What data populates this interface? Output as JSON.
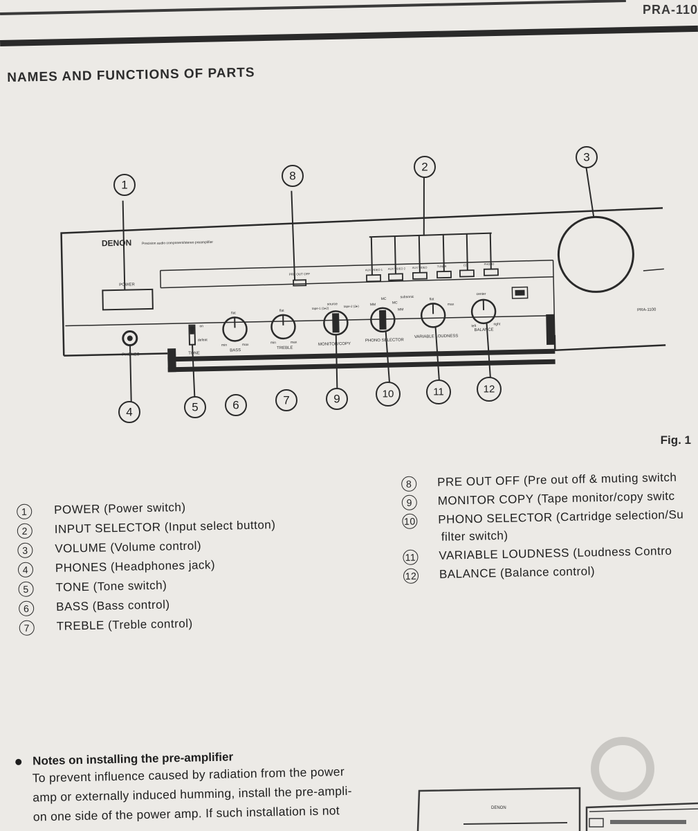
{
  "header": {
    "model_tag": "PRA-110"
  },
  "page": {
    "title": "NAMES AND FUNCTIONS OF PARTS"
  },
  "figure": {
    "caption": "Fig. 1",
    "front_panel": {
      "brand": "DENON",
      "tagline": "Precision audio component/stereo preamplifier",
      "model": "PRA-1100",
      "labels": {
        "power": "POWER",
        "phones": "PHONES",
        "tone": "TONE",
        "tone_on": "on",
        "tone_defeat": "defeat",
        "bass": "BASS",
        "treble": "TREBLE",
        "flat": "flat",
        "min": "min",
        "max": "max",
        "monitor_copy": "MONITOR/COPY",
        "source": "source",
        "tape1": "tape-1 (1▸2)",
        "tape2": "tape-2 (2▸)",
        "phono_selector": "PHONO SELECTOR",
        "mm": "MM",
        "mc": "MC",
        "subsonic": "subsonic",
        "variable_loudness": "VARIABLE LOUDNESS",
        "balance": "BALANCE",
        "center": "center",
        "left": "left",
        "right": "right",
        "pre_out_off": "PRE OUT OFF",
        "inputs": [
          "AUX VIDEO 1",
          "AUX VIDEO 2",
          "AUX VIDEO",
          "TUNER",
          "CD",
          "PHONO"
        ]
      }
    },
    "callouts": [
      "1",
      "2",
      "3",
      "4",
      "5",
      "6",
      "7",
      "8",
      "9",
      "10",
      "11",
      "12"
    ]
  },
  "parts_left": [
    {
      "num": "1",
      "text": "POWER (Power switch)"
    },
    {
      "num": "2",
      "text": "INPUT SELECTOR (Input select button)"
    },
    {
      "num": "3",
      "text": "VOLUME (Volume control)"
    },
    {
      "num": "4",
      "text": "PHONES (Headphones jack)"
    },
    {
      "num": "5",
      "text": "TONE (Tone switch)"
    },
    {
      "num": "6",
      "text": "BASS (Bass control)"
    },
    {
      "num": "7",
      "text": "TREBLE (Treble control)"
    }
  ],
  "parts_right": [
    {
      "num": "8",
      "text": "PRE OUT OFF (Pre out off & muting switch"
    },
    {
      "num": "9",
      "text": "MONITOR COPY (Tape monitor/copy switc"
    },
    {
      "num": "10",
      "text": "PHONO SELECTOR (Cartridge selection/Su",
      "cont": "filter switch)"
    },
    {
      "num": "11",
      "text": "VARIABLE LOUDNESS (Loudness Contro"
    },
    {
      "num": "12",
      "text": "BALANCE (Balance control)"
    }
  ],
  "notes": {
    "heading": "Notes on installing the pre-amplifier",
    "lines": [
      "To prevent influence caused by radiation from the power",
      "amp or externally induced humming, install the pre-ampli-",
      "on one side of the power amp. If such installation is not"
    ]
  },
  "bottom_art": {
    "brand": "DENON"
  }
}
